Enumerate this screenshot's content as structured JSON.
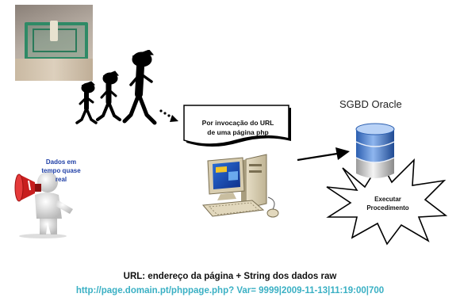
{
  "note": {
    "line1": "Por invocação do URL",
    "line2": "de uma página php"
  },
  "sgbd": {
    "title": "SGBD Oracle"
  },
  "source": {
    "line1": "Dados em",
    "line2": "tempo quase",
    "line3": "real"
  },
  "procedure": {
    "line1": "Executar",
    "line2": "Procedimento"
  },
  "url": {
    "title": "URL: endereço da página + String dos dados raw",
    "example": "http://page.domain.pt/phppage.php? Var= 9999|2009-11-13|11:19:00|700"
  },
  "colors": {
    "link": "#3ab0c4",
    "source_text": "#1f3fa6",
    "rig_frame": "#2f8a66"
  },
  "icons": [
    "sensor-rig-photo",
    "stick-figures-icon",
    "megaphone-person-icon",
    "computer-icon",
    "database-icon",
    "explosion-star-icon",
    "arrow-icon"
  ]
}
